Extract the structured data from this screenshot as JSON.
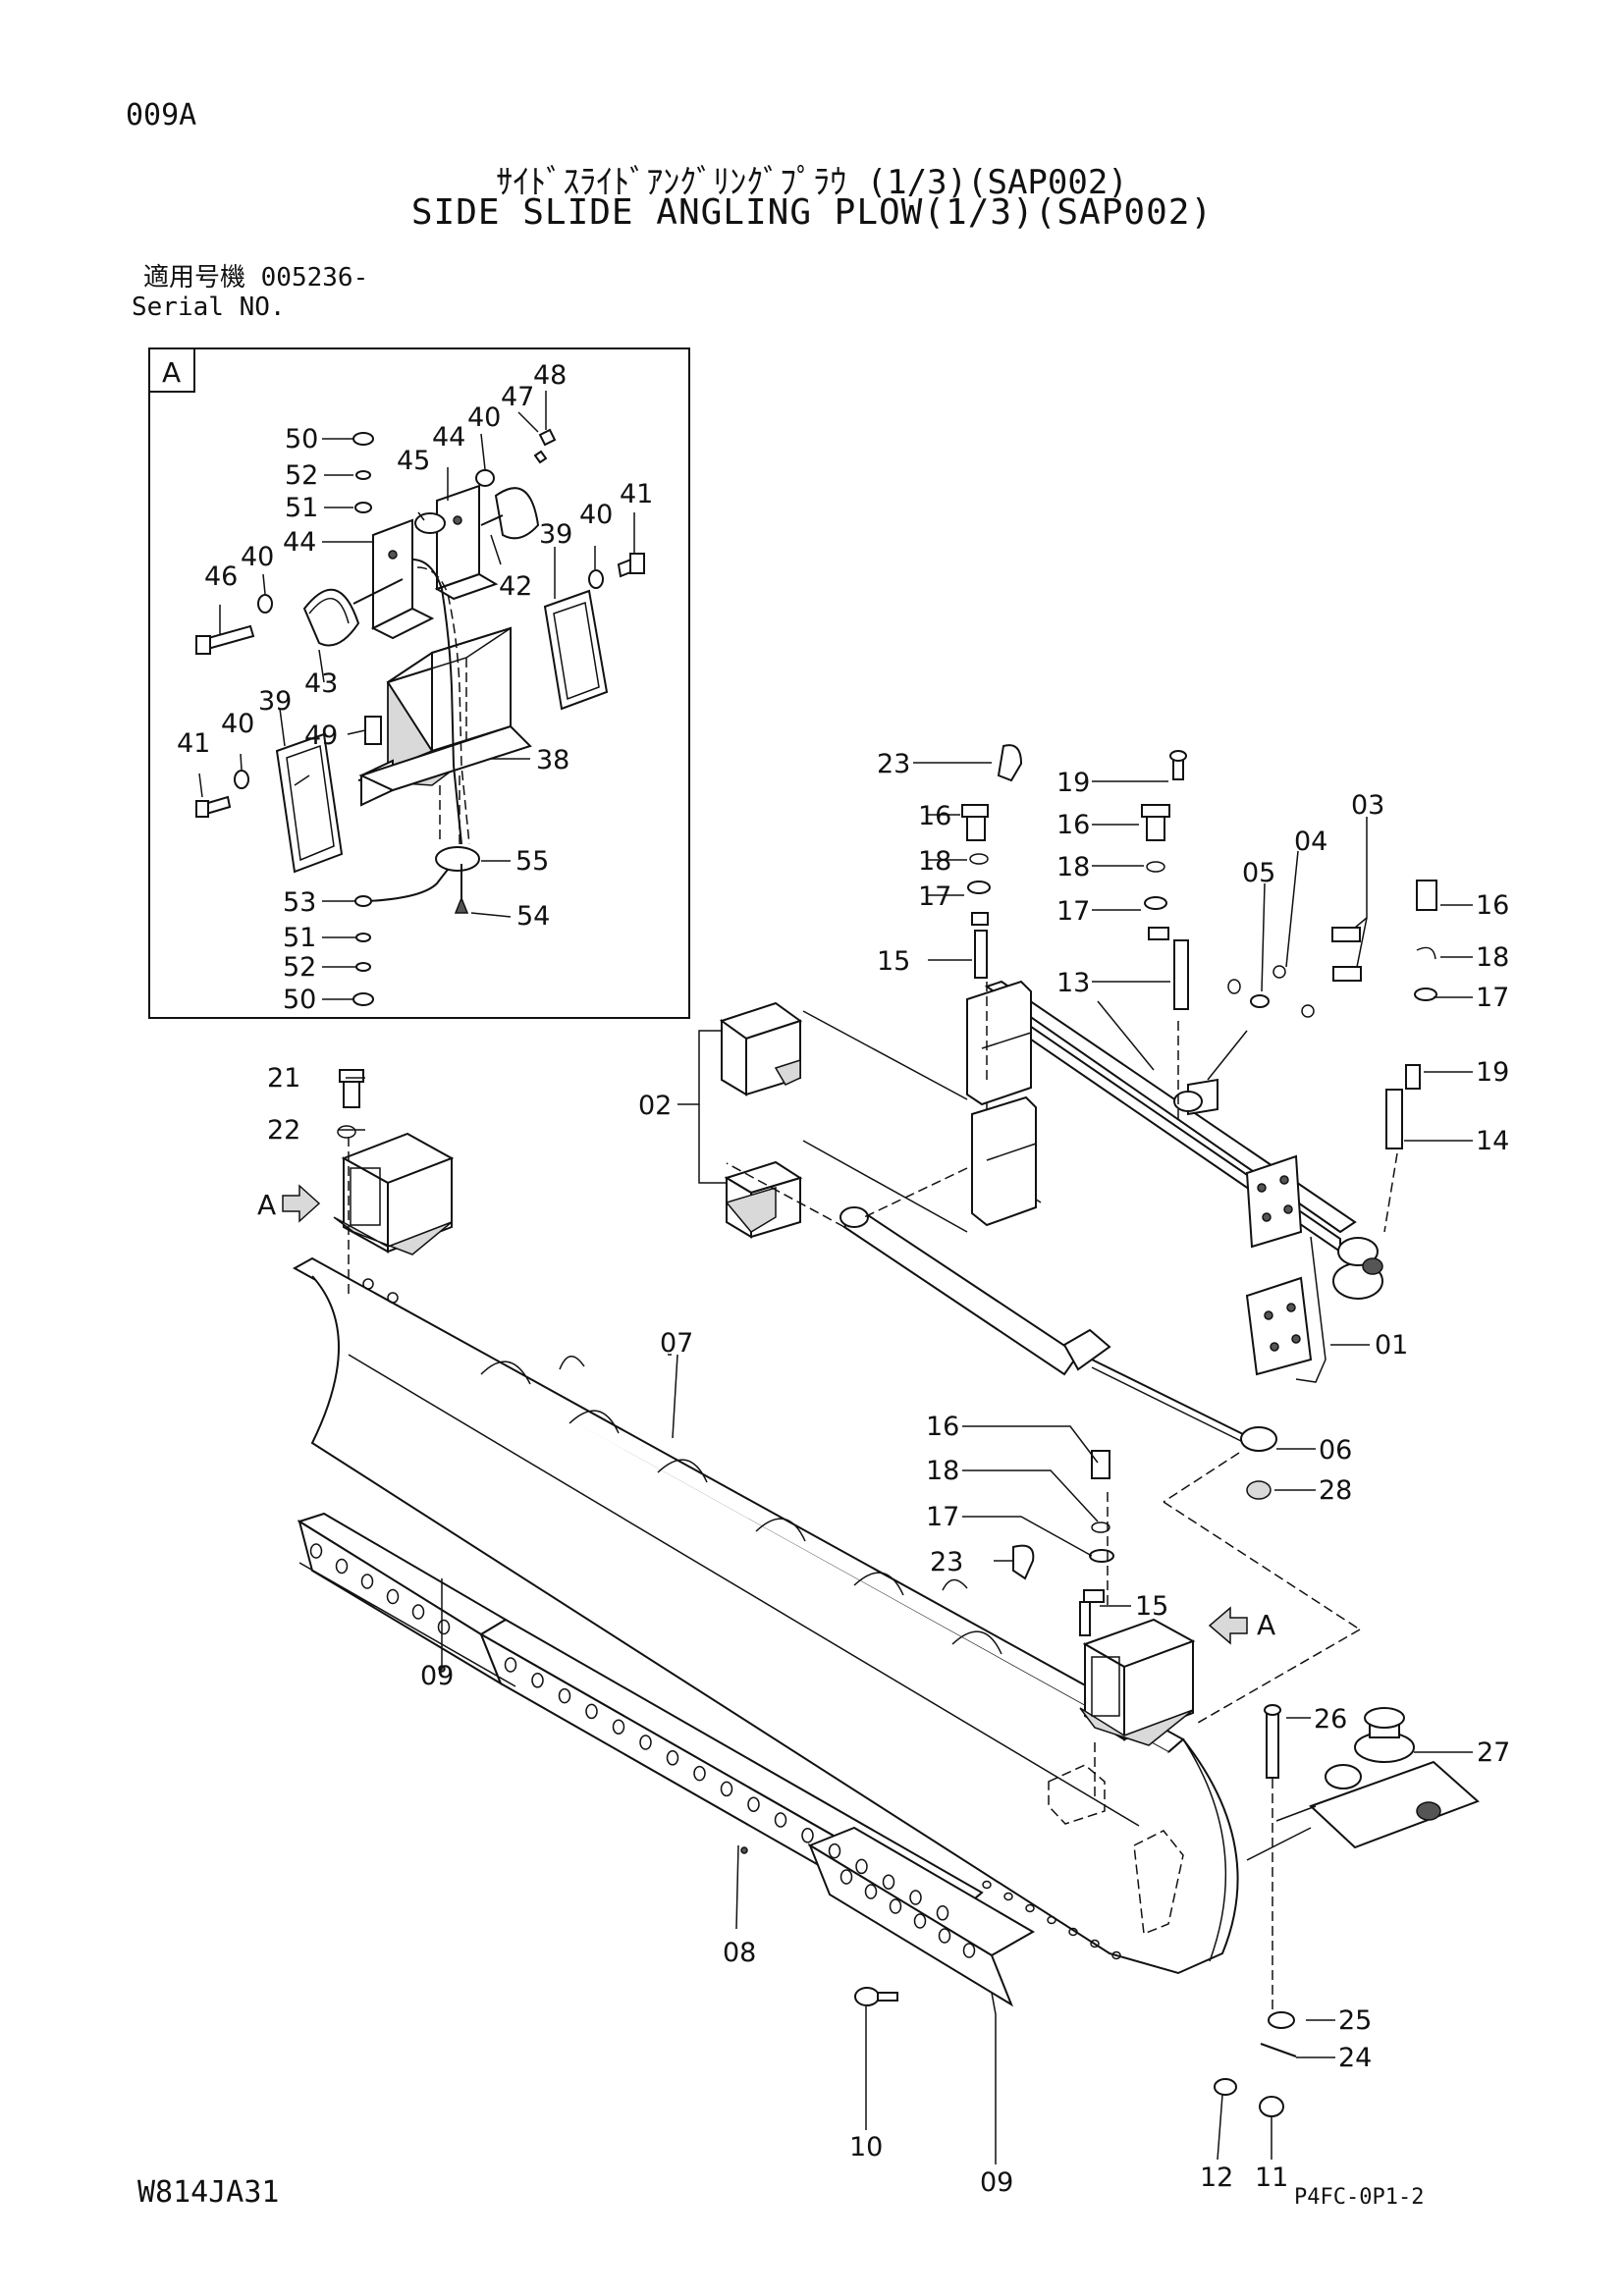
{
  "header": {
    "sheet_id": "009A",
    "title_jp": "ｻｲﾄﾞｽﾗｲﾄﾞｱﾝｸﾞﾘﾝｸﾞﾌﾟﾗｳ (1/3)(SAP002)",
    "title_en": "SIDE SLIDE ANGLING PLOW(1/3)(SAP002)",
    "serial_label_jp": "適用号機 005236-",
    "serial_label_en": "Serial NO."
  },
  "detail_box": {
    "label": "A",
    "callouts": {
      "c48": "48",
      "c47": "47",
      "c40a": "40",
      "c44a": "44",
      "c50a": "50",
      "c45": "45",
      "c52a": "52",
      "c51a": "51",
      "c44b": "44",
      "c40b": "40",
      "c46": "46",
      "c42": "42",
      "c39a": "39",
      "c40c": "40",
      "c41a": "41",
      "c43": "43",
      "c49": "49",
      "c39b": "39",
      "c40d": "40",
      "c41b": "41",
      "c38": "38",
      "c55": "55",
      "c53": "53",
      "c54": "54",
      "c51b": "51",
      "c52b": "52",
      "c50b": "50"
    }
  },
  "main_callouts": {
    "c23a": "23",
    "c19a": "19",
    "c16a": "16",
    "c16b": "16",
    "c03": "03",
    "c18a": "18",
    "c18b": "18",
    "c04": "04",
    "c05": "05",
    "c16c": "16",
    "c17a": "17",
    "c17b": "17",
    "c18c": "18",
    "c15a": "15",
    "c13": "13",
    "c17c": "17",
    "c19b": "19",
    "c02": "02",
    "c14": "14",
    "c21": "21",
    "c22": "22",
    "c01": "01",
    "c07": "07",
    "c16d": "16",
    "c06": "06",
    "c18d": "18",
    "c28": "28",
    "c17d": "17",
    "c23b": "23",
    "c15b": "15",
    "c26": "26",
    "c27": "27",
    "c09a": "09",
    "c08": "08",
    "c25": "25",
    "c24": "24",
    "c10": "10",
    "c09b": "09",
    "c12": "12",
    "c11": "11"
  },
  "view_arrows": {
    "left": "A",
    "right": "A"
  },
  "footer": {
    "doc_code": "W814JA31",
    "page_ref": "P4FC-0P1-2"
  }
}
